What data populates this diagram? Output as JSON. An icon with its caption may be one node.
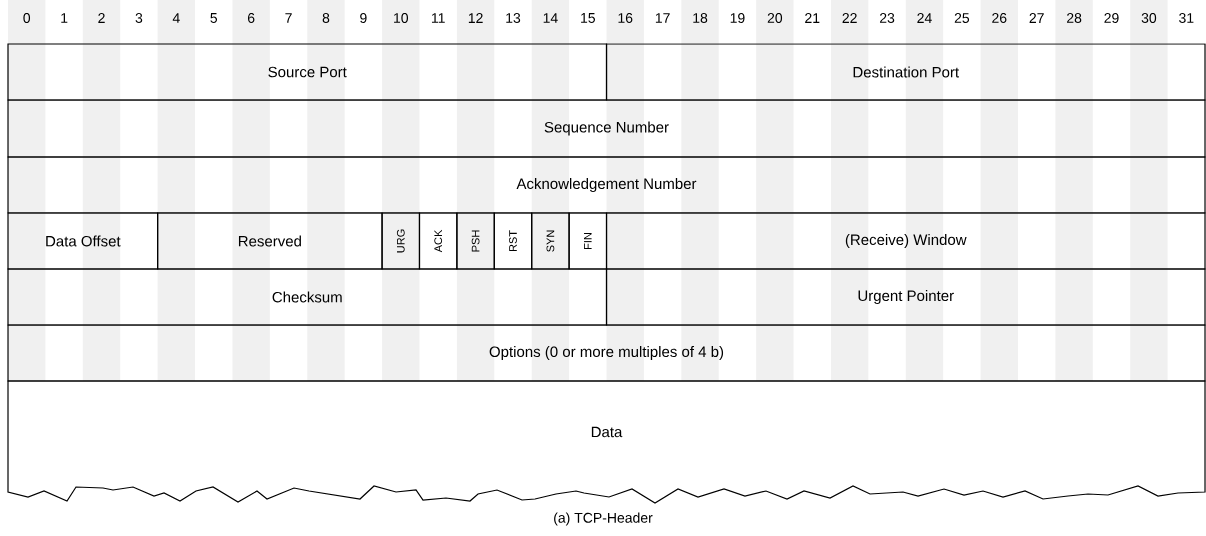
{
  "diagram": {
    "caption": "(a) TCP-Header",
    "nodes": [
      {
        "text": [
          "Source Port"
        ]
      },
      {
        "text": [
          "Destination Port"
        ]
      },
      {
        "text": [
          "Sequence Number"
        ]
      },
      {
        "text": [
          "Acknowledgement Number"
        ]
      },
      {
        "text": [
          "Data Offset"
        ]
      },
      {
        "text": [
          "Reserved"
        ]
      },
      {
        "text": [
          "URG"
        ]
      },
      {
        "text": [
          "ACK"
        ]
      },
      {
        "text": [
          "PSH"
        ]
      },
      {
        "text": [
          "RST"
        ]
      },
      {
        "text": [
          "SYN"
        ]
      },
      {
        "text": [
          "FIN"
        ]
      },
      {
        "text": [
          "(Receive) Window"
        ]
      },
      {
        "text": [
          "Checksum"
        ]
      },
      {
        "text": [
          "Urgent Pointer"
        ]
      },
      {
        "text": [
          "Options (0 or more multiples of 4 b)"
        ]
      },
      {
        "text": [
          "Data"
        ]
      }
    ],
    "labels": [
      "0",
      "1",
      "2",
      "3",
      "4",
      "5",
      "6",
      "7",
      "8",
      "9",
      "10",
      "11",
      "12",
      "13",
      "14",
      "15",
      "16",
      "17",
      "18",
      "19",
      "20",
      "21",
      "22",
      "23",
      "24",
      "25",
      "26",
      "27",
      "28",
      "29",
      "30",
      "31"
    ]
  }
}
